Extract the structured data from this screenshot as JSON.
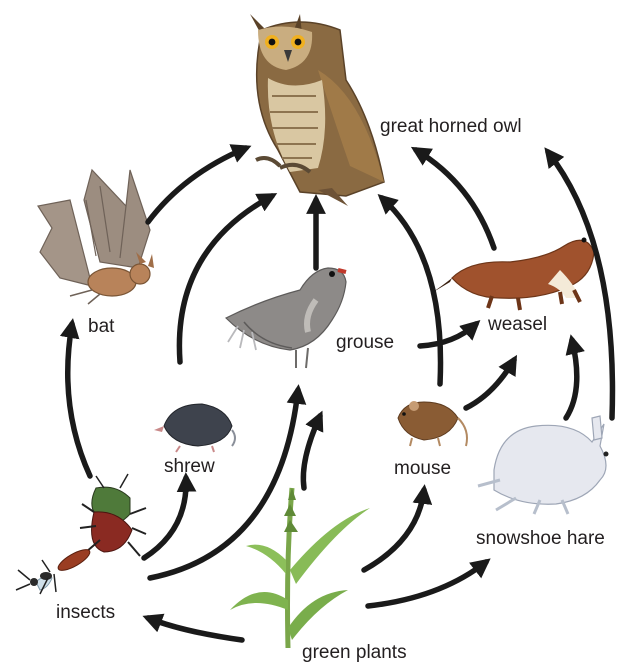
{
  "labels": {
    "owl": "great horned owl",
    "bat": "bat",
    "shrew": "shrew",
    "grouse": "grouse",
    "weasel": "weasel",
    "mouse": "mouse",
    "hare": "snowshoe hare",
    "insects": "insects",
    "plants": "green plants"
  },
  "icons": {
    "owl": "owl-icon",
    "bat": "bat-icon",
    "shrew": "shrew-icon",
    "grouse": "grouse-icon",
    "weasel": "weasel-icon",
    "mouse": "mouse-icon",
    "hare": "hare-icon",
    "beetle": "beetle-icon",
    "wasp": "wasp-icon",
    "plant": "plant-icon"
  },
  "colors": {
    "arrow": "#1a1a1a",
    "text": "#231f20"
  }
}
